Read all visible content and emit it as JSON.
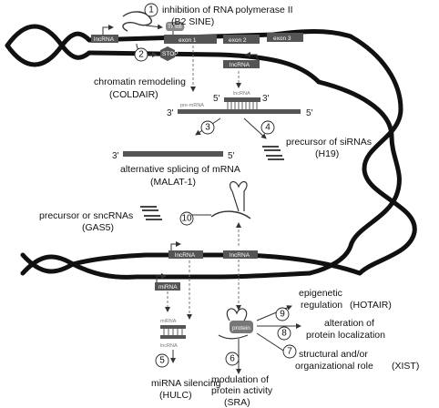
{
  "steps": {
    "s1": {
      "num": "1",
      "line1": "inhibition of RNA polymerase II",
      "line2": "(B2 SINE)"
    },
    "s2": {
      "num": "2",
      "line1": "chromatin remodeling",
      "line2": "(COLDAIR)"
    },
    "s3": {
      "num": "3",
      "line1": "alternative splicing of mRNA",
      "line2": "(MALAT-1)"
    },
    "s4": {
      "num": "4",
      "line1": "precursor of siRNAs",
      "line2": "(H19)"
    },
    "s5": {
      "num": "5",
      "line1": "miRNA silencing",
      "line2": "(HULC)"
    },
    "s6": {
      "num": "6",
      "line1": "modulation of",
      "line2": "protein activity",
      "line3": "(SRA)"
    },
    "s7": {
      "num": "7",
      "line1": "structural and/or",
      "line2": "organizational role",
      "line3": "(XIST)"
    },
    "s8": {
      "num": "8",
      "line1": "alteration of",
      "line2": "protein localization"
    },
    "s9": {
      "num": "9",
      "line1": "epigenetic",
      "line2": "regulation",
      "line3": "(HOTAIR)"
    },
    "s10": {
      "num": "10",
      "line1": "precursor or sncRNAs",
      "line2": "(GAS5)"
    }
  },
  "gene_labels": {
    "lncrna": "lncRNA",
    "exon1": "exon 1",
    "exon2": "exon 2",
    "exon3": "exon 3",
    "tfiib": "TFIIB",
    "stop": "STOP",
    "pre_mrna": "pre-mRNA",
    "mirna": "miRNA",
    "protein": "protein",
    "five_prime": "5'",
    "three_prime": "3'"
  }
}
